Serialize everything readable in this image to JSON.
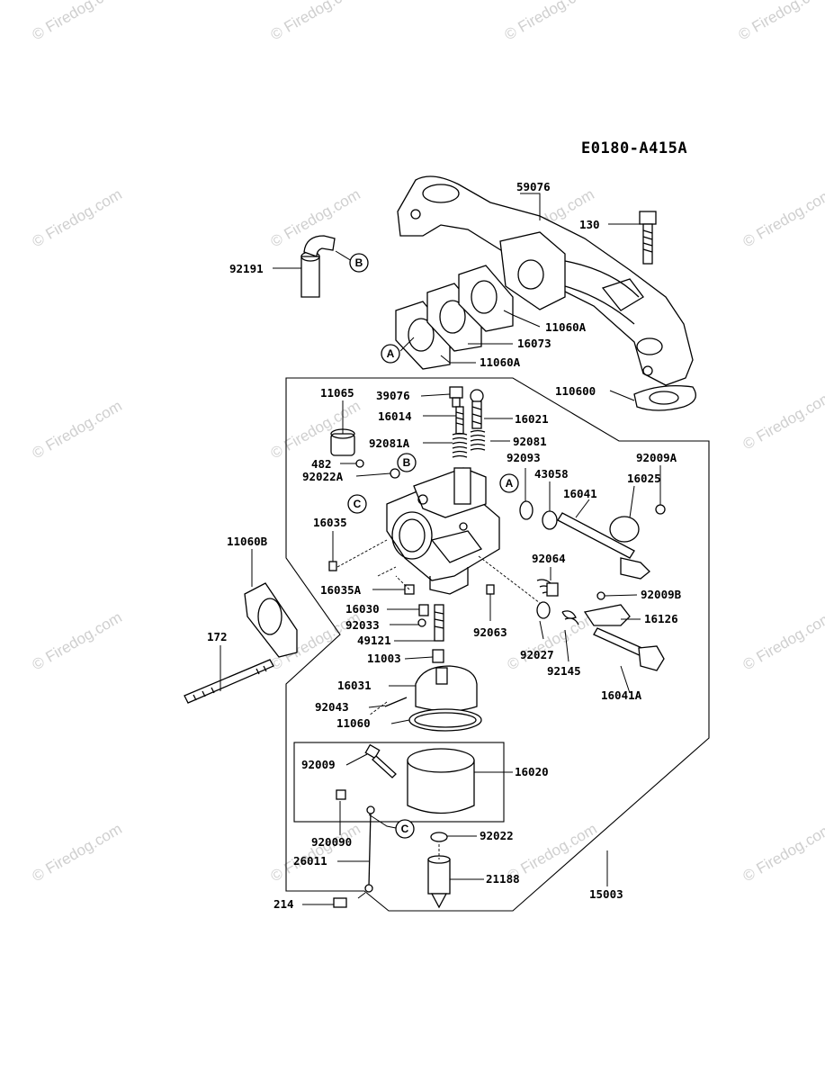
{
  "diagram": {
    "code": "E0180-A415A",
    "watermark": "© Firedog.com",
    "callouts": {
      "a": "A",
      "b": "B",
      "c": "C"
    },
    "parts": [
      "59076",
      "130",
      "92191",
      "11060A",
      "16073",
      "11060A",
      "110600",
      "11065",
      "39076",
      "16014",
      "16021",
      "92081A",
      "92081",
      "482",
      "92022A",
      "92093",
      "43058",
      "16025",
      "92009A",
      "16041",
      "16035",
      "11060B",
      "92064",
      "16035A",
      "92009B",
      "16030",
      "16126",
      "92033",
      "92063",
      "92027",
      "49121",
      "11003",
      "92145",
      "172",
      "16041A",
      "16031",
      "92043",
      "11060",
      "92009",
      "16020",
      "920090",
      "92022",
      "26011",
      "21188",
      "214",
      "15003"
    ]
  }
}
